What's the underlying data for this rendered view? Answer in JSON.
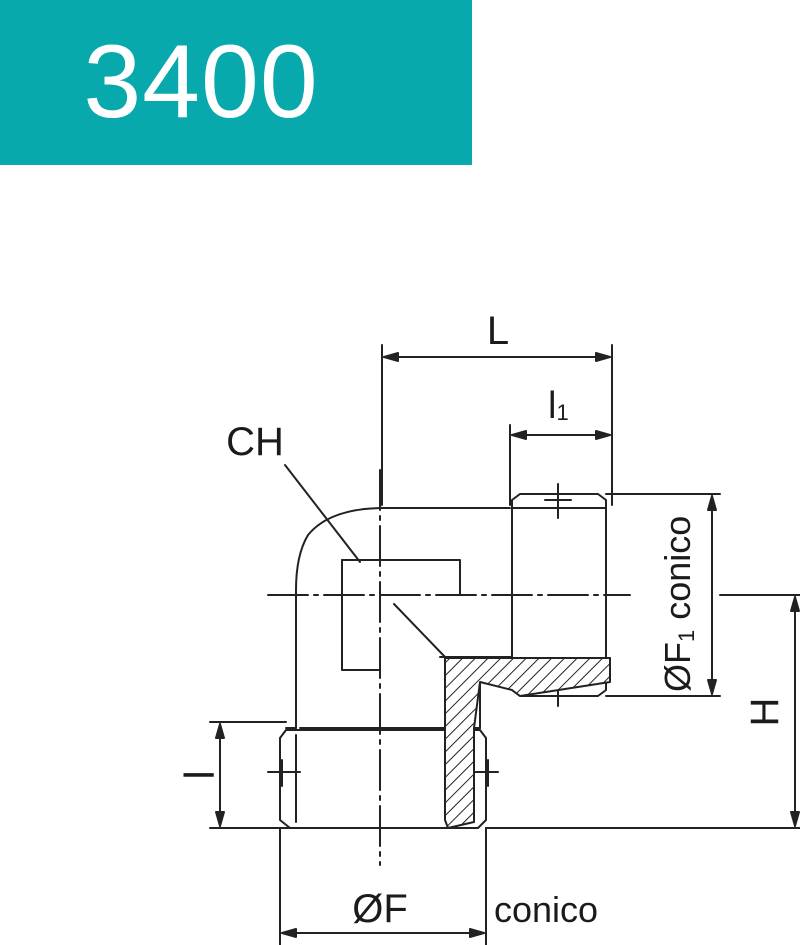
{
  "header": {
    "code": "3400",
    "color": "#07a9ad"
  },
  "drawing": {
    "labels": {
      "L": "L",
      "l1_main": "l",
      "l1_sub": "1",
      "CH": "CH",
      "F1_main": "ØF",
      "F1_sub": "1",
      "F1_suffix": "conico",
      "H": "H",
      "l": "l",
      "F": "ØF",
      "conico": "conico"
    }
  }
}
